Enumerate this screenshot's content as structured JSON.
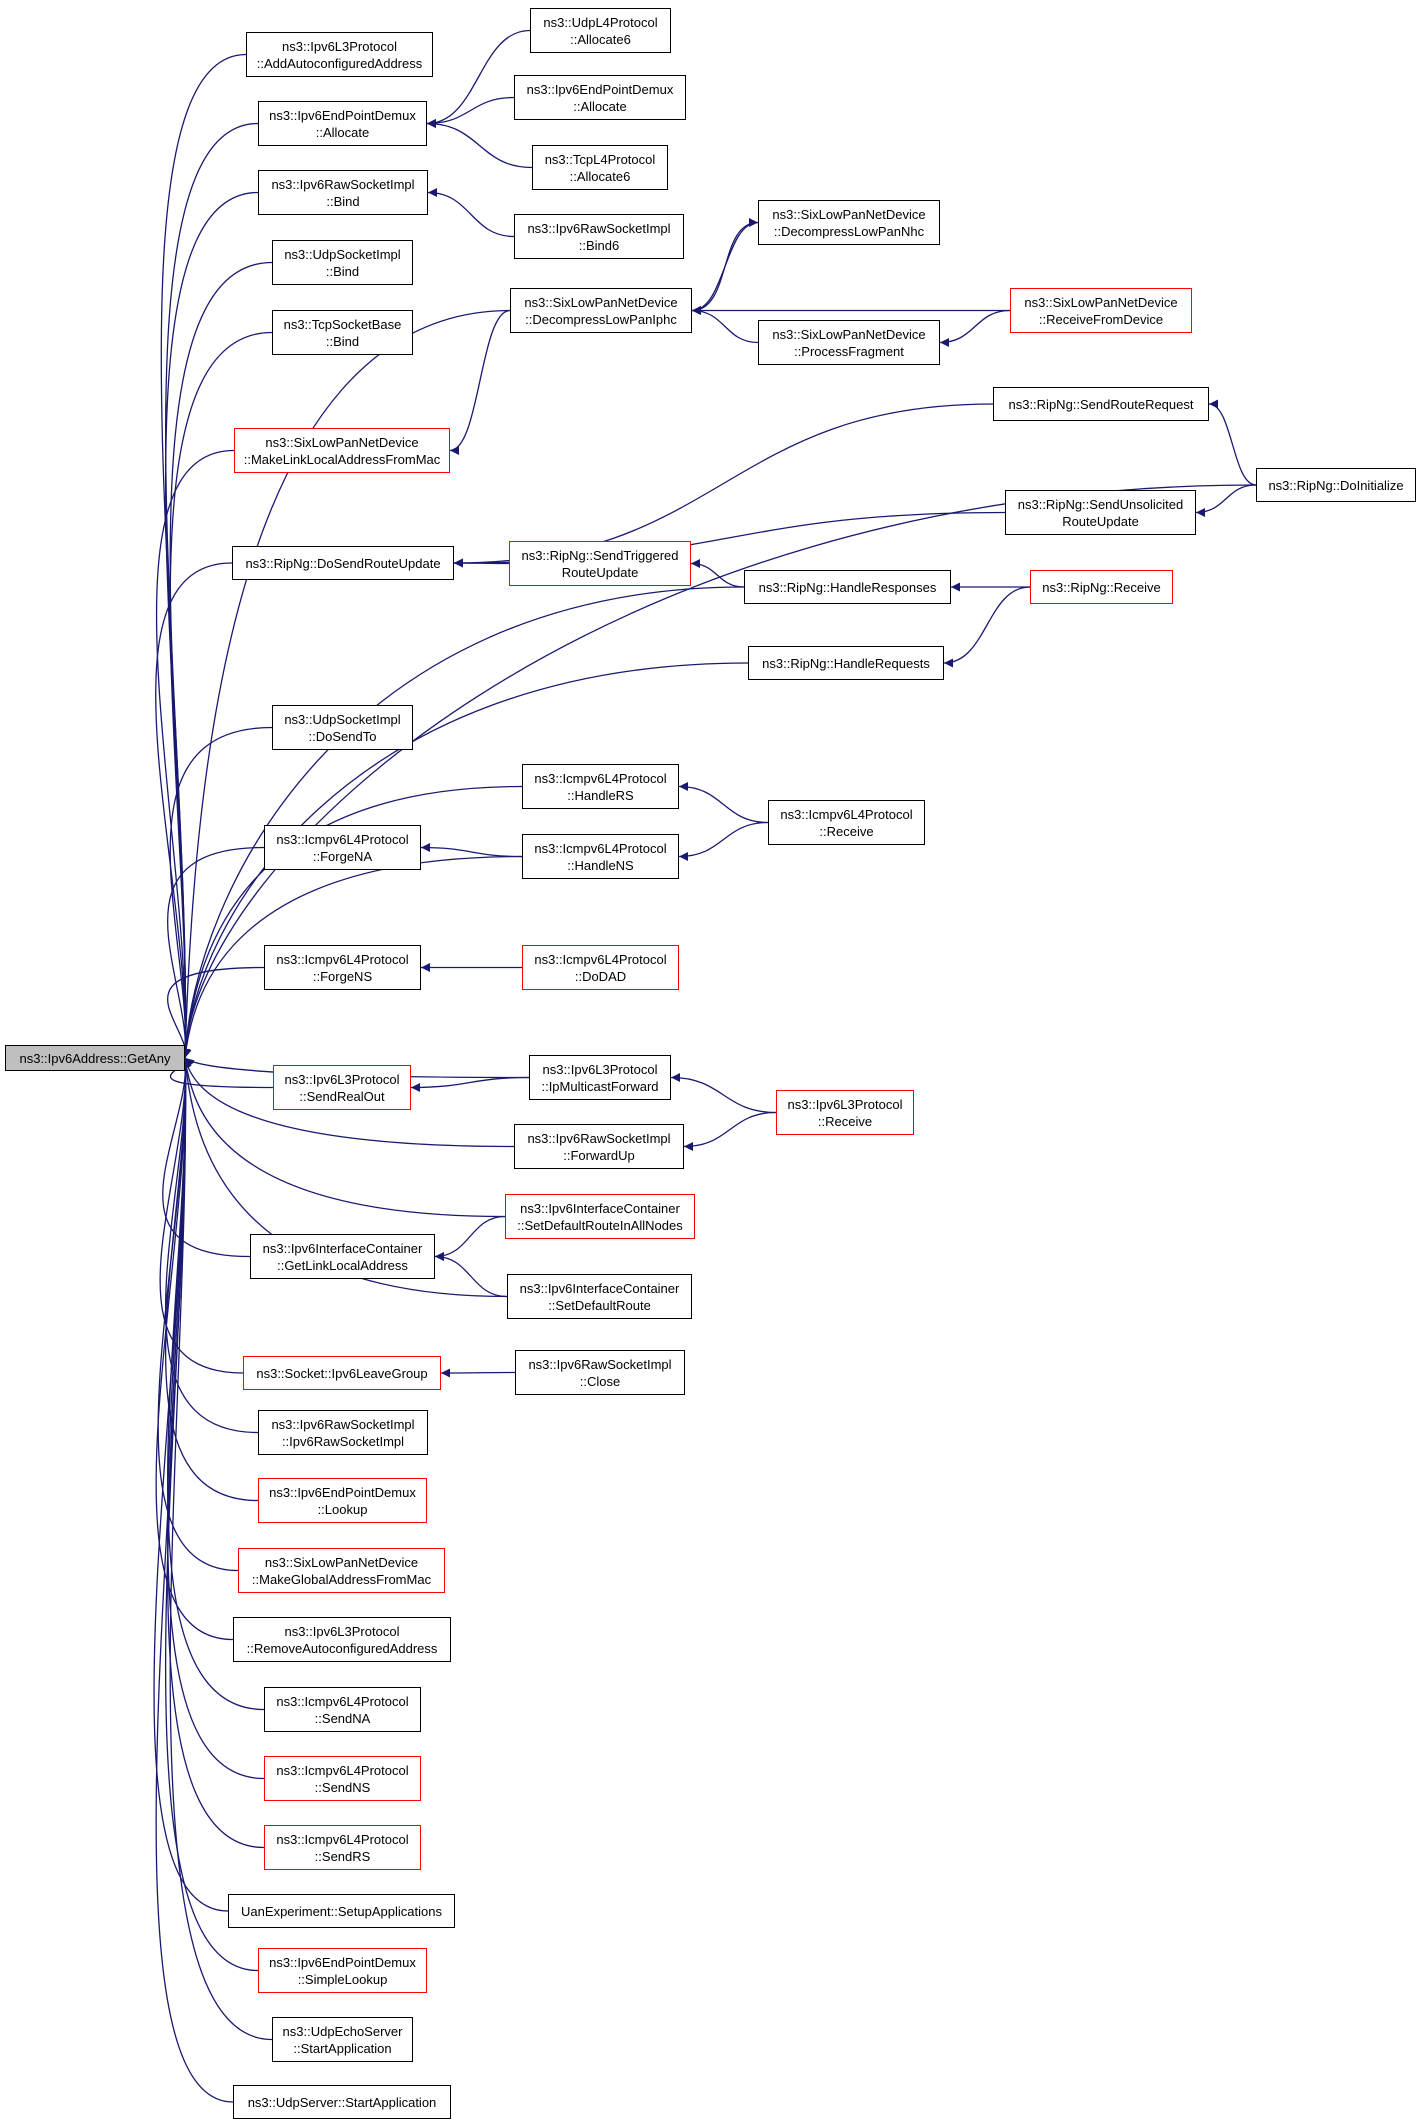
{
  "title": "",
  "edge_color": "#191970",
  "nodes": [
    {
      "id": "root",
      "lines": [
        "ns3::Ipv6Address::GetAny"
      ],
      "border": "root"
    },
    {
      "id": "l3_addauto",
      "lines": [
        "ns3::Ipv6L3Protocol",
        "::AddAutoconfiguredAddress"
      ],
      "border": "black"
    },
    {
      "id": "epd_alloc",
      "lines": [
        "ns3::Ipv6EndPointDemux",
        "::Allocate"
      ],
      "border": "black"
    },
    {
      "id": "rawsock_bind",
      "lines": [
        "ns3::Ipv6RawSocketImpl",
        "::Bind"
      ],
      "border": "black"
    },
    {
      "id": "udpsock_bind",
      "lines": [
        "ns3::UdpSocketImpl",
        "::Bind"
      ],
      "border": "black"
    },
    {
      "id": "tcpsock_bind",
      "lines": [
        "ns3::TcpSocketBase",
        "::Bind"
      ],
      "border": "black"
    },
    {
      "id": "six_mklinklocal",
      "lines": [
        "ns3::SixLowPanNetDevice",
        "::MakeLinkLocalAddressFromMac"
      ],
      "border": "red"
    },
    {
      "id": "ripng_dosend",
      "lines": [
        "ns3::RipNg::DoSendRouteUpdate"
      ],
      "border": "black"
    },
    {
      "id": "udpsock_dosendto",
      "lines": [
        "ns3::UdpSocketImpl",
        "::DoSendTo"
      ],
      "border": "black"
    },
    {
      "id": "icmp_forgena",
      "lines": [
        "ns3::Icmpv6L4Protocol",
        "::ForgeNA"
      ],
      "border": "black"
    },
    {
      "id": "icmp_forgens",
      "lines": [
        "ns3::Icmpv6L4Protocol",
        "::ForgeNS"
      ],
      "border": "black"
    },
    {
      "id": "l3_sendrealout",
      "lines": [
        "ns3::Ipv6L3Protocol",
        "::SendRealOut"
      ],
      "border": "red"
    },
    {
      "id": "ifc_getlinklocal",
      "lines": [
        "ns3::Ipv6InterfaceContainer",
        "::GetLinkLocalAddress"
      ],
      "border": "black"
    },
    {
      "id": "sock_leavegroup",
      "lines": [
        "ns3::Socket::Ipv6LeaveGroup"
      ],
      "border": "red"
    },
    {
      "id": "rawsock_ctor",
      "lines": [
        "ns3::Ipv6RawSocketImpl",
        "::Ipv6RawSocketImpl"
      ],
      "border": "black"
    },
    {
      "id": "epd_lookup",
      "lines": [
        "ns3::Ipv6EndPointDemux",
        "::Lookup"
      ],
      "border": "red"
    },
    {
      "id": "six_mkglobal",
      "lines": [
        "ns3::SixLowPanNetDevice",
        "::MakeGlobalAddressFromMac"
      ],
      "border": "red"
    },
    {
      "id": "l3_removeauto",
      "lines": [
        "ns3::Ipv6L3Protocol",
        "::RemoveAutoconfiguredAddress"
      ],
      "border": "black"
    },
    {
      "id": "icmp_sendna",
      "lines": [
        "ns3::Icmpv6L4Protocol",
        "::SendNA"
      ],
      "border": "black"
    },
    {
      "id": "icmp_sendns",
      "lines": [
        "ns3::Icmpv6L4Protocol",
        "::SendNS"
      ],
      "border": "red"
    },
    {
      "id": "icmp_sendrs",
      "lines": [
        "ns3::Icmpv6L4Protocol",
        "::SendRS"
      ],
      "border": "red"
    },
    {
      "id": "uan_setup",
      "lines": [
        "UanExperiment::SetupApplications"
      ],
      "border": "black"
    },
    {
      "id": "epd_simplelookup",
      "lines": [
        "ns3::Ipv6EndPointDemux",
        "::SimpleLookup"
      ],
      "border": "red"
    },
    {
      "id": "udpecho_start",
      "lines": [
        "ns3::UdpEchoServer",
        "::StartApplication"
      ],
      "border": "black"
    },
    {
      "id": "udpserver_start",
      "lines": [
        "ns3::UdpServer::StartApplication"
      ],
      "border": "black"
    },
    {
      "id": "udpl4_alloc6",
      "lines": [
        "ns3::UdpL4Protocol",
        "::Allocate6"
      ],
      "border": "black"
    },
    {
      "id": "epd_alloc2",
      "lines": [
        "ns3::Ipv6EndPointDemux",
        "::Allocate"
      ],
      "border": "black"
    },
    {
      "id": "tcpl4_alloc6",
      "lines": [
        "ns3::TcpL4Protocol",
        "::Allocate6"
      ],
      "border": "black"
    },
    {
      "id": "rawsock_bind6",
      "lines": [
        "ns3::Ipv6RawSocketImpl",
        "::Bind6"
      ],
      "border": "black"
    },
    {
      "id": "six_decompiphc",
      "lines": [
        "ns3::SixLowPanNetDevice",
        "::DecompressLowPanIphc"
      ],
      "border": "black"
    },
    {
      "id": "six_decompnhc",
      "lines": [
        "ns3::SixLowPanNetDevice",
        "::DecompressLowPanNhc"
      ],
      "border": "black"
    },
    {
      "id": "six_procfrag",
      "lines": [
        "ns3::SixLowPanNetDevice",
        "::ProcessFragment"
      ],
      "border": "black"
    },
    {
      "id": "six_recvfrom",
      "lines": [
        "ns3::SixLowPanNetDevice",
        "::ReceiveFromDevice"
      ],
      "border": "red"
    },
    {
      "id": "ripng_sendroutereq",
      "lines": [
        "ns3::RipNg::SendRouteRequest"
      ],
      "border": "black"
    },
    {
      "id": "ripng_doinit",
      "lines": [
        "ns3::RipNg::DoInitialize"
      ],
      "border": "black"
    },
    {
      "id": "ripng_sendunsol",
      "lines": [
        "ns3::RipNg::SendUnsolicited",
        "RouteUpdate"
      ],
      "border": "black"
    },
    {
      "id": "ripng_sendtrig",
      "lines": [
        "ns3::RipNg::SendTriggered",
        "RouteUpdate"
      ],
      "border": "red"
    },
    {
      "id": "ripng_handleresp",
      "lines": [
        "ns3::RipNg::HandleResponses"
      ],
      "border": "black"
    },
    {
      "id": "ripng_receive",
      "lines": [
        "ns3::RipNg::Receive"
      ],
      "border": "red"
    },
    {
      "id": "ripng_handlereq",
      "lines": [
        "ns3::RipNg::HandleRequests"
      ],
      "border": "black"
    },
    {
      "id": "icmp_handlers",
      "lines": [
        "ns3::Icmpv6L4Protocol",
        "::HandleRS"
      ],
      "border": "black"
    },
    {
      "id": "icmp_handlens",
      "lines": [
        "ns3::Icmpv6L4Protocol",
        "::HandleNS"
      ],
      "border": "black"
    },
    {
      "id": "icmp_receive",
      "lines": [
        "ns3::Icmpv6L4Protocol",
        "::Receive"
      ],
      "border": "black"
    },
    {
      "id": "icmp_dodad",
      "lines": [
        "ns3::Icmpv6L4Protocol",
        "::DoDAD"
      ],
      "border": "red"
    },
    {
      "id": "l3_ipmcast",
      "lines": [
        "ns3::Ipv6L3Protocol",
        "::IpMulticastForward"
      ],
      "border": "black"
    },
    {
      "id": "l3_receive",
      "lines": [
        "ns3::Ipv6L3Protocol",
        "::Receive"
      ],
      "border": "red"
    },
    {
      "id": "rawsock_fwdup",
      "lines": [
        "ns3::Ipv6RawSocketImpl",
        "::ForwardUp"
      ],
      "border": "black"
    },
    {
      "id": "ifc_setdefall",
      "lines": [
        "ns3::Ipv6InterfaceContainer",
        "::SetDefaultRouteInAllNodes"
      ],
      "border": "red"
    },
    {
      "id": "ifc_setdef",
      "lines": [
        "ns3::Ipv6InterfaceContainer",
        "::SetDefaultRoute"
      ],
      "border": "black"
    },
    {
      "id": "rawsock_close",
      "lines": [
        "ns3::Ipv6RawSocketImpl",
        "::Close"
      ],
      "border": "black"
    }
  ],
  "edges": [
    [
      "l3_addauto",
      "root"
    ],
    [
      "epd_alloc",
      "root"
    ],
    [
      "rawsock_bind",
      "root"
    ],
    [
      "udpsock_bind",
      "root"
    ],
    [
      "tcpsock_bind",
      "root"
    ],
    [
      "six_mklinklocal",
      "root"
    ],
    [
      "ripng_dosend",
      "root"
    ],
    [
      "udpsock_dosendto",
      "root"
    ],
    [
      "icmp_forgena",
      "root"
    ],
    [
      "icmp_forgens",
      "root"
    ],
    [
      "l3_sendrealout",
      "root"
    ],
    [
      "ifc_getlinklocal",
      "root"
    ],
    [
      "sock_leavegroup",
      "root"
    ],
    [
      "rawsock_ctor",
      "root"
    ],
    [
      "epd_lookup",
      "root"
    ],
    [
      "six_mkglobal",
      "root"
    ],
    [
      "l3_removeauto",
      "root"
    ],
    [
      "icmp_sendna",
      "root"
    ],
    [
      "icmp_sendns",
      "root"
    ],
    [
      "icmp_sendrs",
      "root"
    ],
    [
      "uan_setup",
      "root"
    ],
    [
      "epd_simplelookup",
      "root"
    ],
    [
      "udpecho_start",
      "root"
    ],
    [
      "udpserver_start",
      "root"
    ],
    [
      "six_decompiphc",
      "root"
    ],
    [
      "ripng_doinit",
      "root"
    ],
    [
      "ripng_handleresp",
      "root"
    ],
    [
      "ripng_handlereq",
      "root"
    ],
    [
      "icmp_handlers",
      "root"
    ],
    [
      "icmp_handlens",
      "root"
    ],
    [
      "l3_ipmcast",
      "root"
    ],
    [
      "rawsock_fwdup",
      "root"
    ],
    [
      "ifc_setdefall",
      "root"
    ],
    [
      "ifc_setdef",
      "root"
    ],
    [
      "udpl4_alloc6",
      "epd_alloc"
    ],
    [
      "epd_alloc2",
      "epd_alloc"
    ],
    [
      "tcpl4_alloc6",
      "epd_alloc"
    ],
    [
      "rawsock_bind6",
      "rawsock_bind"
    ],
    [
      "six_decompiphc",
      "six_mklinklocal"
    ],
    [
      "six_decompnhc",
      "six_decompiphc"
    ],
    [
      "six_decompiphc",
      "six_decompnhc"
    ],
    [
      "six_recvfrom",
      "six_decompiphc"
    ],
    [
      "six_procfrag",
      "six_decompiphc"
    ],
    [
      "six_recvfrom",
      "six_procfrag"
    ],
    [
      "ripng_doinit",
      "ripng_sendroutereq"
    ],
    [
      "ripng_doinit",
      "ripng_sendunsol"
    ],
    [
      "ripng_receive",
      "ripng_handleresp"
    ],
    [
      "ripng_receive",
      "ripng_handlereq"
    ],
    [
      "ripng_sendroutereq",
      "ripng_dosend"
    ],
    [
      "ripng_sendunsol",
      "ripng_dosend"
    ],
    [
      "ripng_sendtrig",
      "ripng_dosend"
    ],
    [
      "ripng_handleresp",
      "ripng_sendtrig"
    ],
    [
      "icmp_handlens",
      "icmp_forgena"
    ],
    [
      "icmp_receive",
      "icmp_handlers"
    ],
    [
      "icmp_receive",
      "icmp_handlens"
    ],
    [
      "icmp_dodad",
      "icmp_forgens"
    ],
    [
      "l3_ipmcast",
      "l3_sendrealout"
    ],
    [
      "l3_receive",
      "l3_ipmcast"
    ],
    [
      "l3_receive",
      "rawsock_fwdup"
    ],
    [
      "ifc_setdefall",
      "ifc_getlinklocal"
    ],
    [
      "ifc_setdef",
      "ifc_getlinklocal"
    ],
    [
      "rawsock_close",
      "sock_leavegroup"
    ]
  ]
}
